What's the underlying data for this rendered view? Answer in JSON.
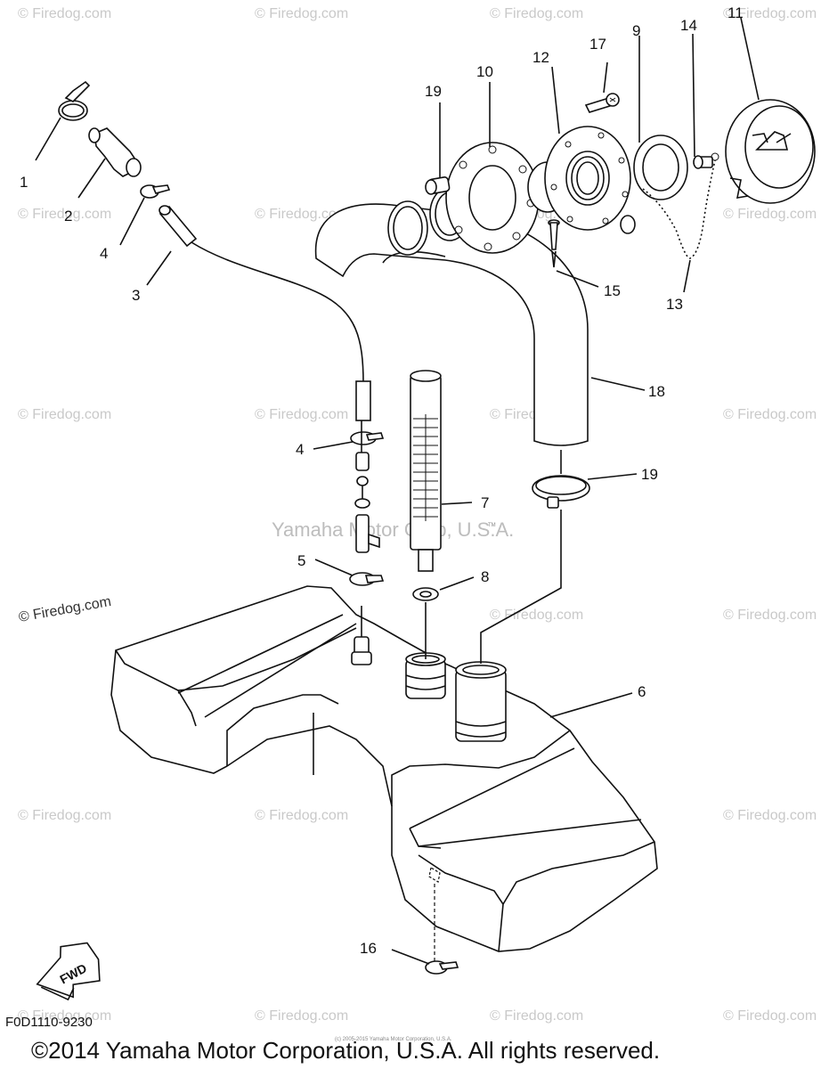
{
  "watermarks": {
    "site": "© Firedog.com",
    "center": "Yamaha Motor Corp, U.S.A.",
    "center_tm": "TM",
    "tiny_copyright": "(c) 2005-2015 Yamaha Motor Corporation, U.S.A."
  },
  "diagram_code": "F0D1110-9230",
  "fwd_label": "FWD",
  "copyright": "©2014 Yamaha Motor Corporation, U.S.A. All rights reserved.",
  "callouts": [
    "1",
    "2",
    "4",
    "3",
    "4",
    "5",
    "19",
    "10",
    "12",
    "17",
    "9",
    "14",
    "11",
    "15",
    "13",
    "18",
    "19",
    "7",
    "8",
    "6",
    "16"
  ]
}
